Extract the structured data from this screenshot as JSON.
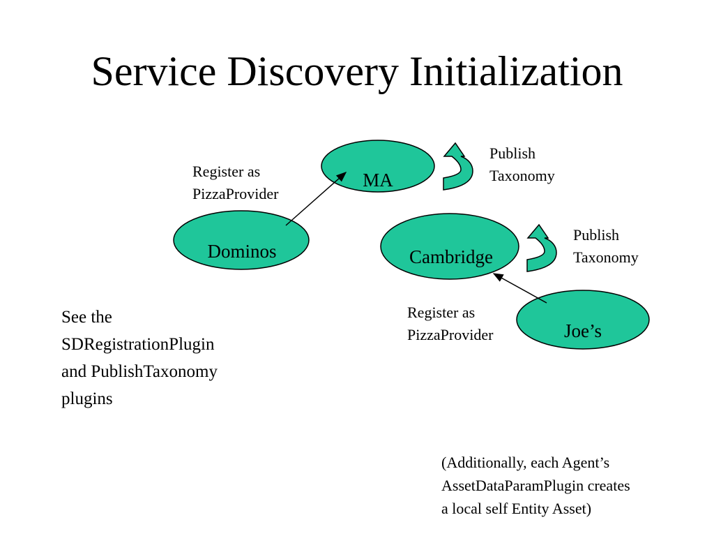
{
  "slide": {
    "title": "Service Discovery Initialization",
    "colors": {
      "node_fill": "#1fc69a",
      "arrow_fill": "#1fc69a",
      "stroke": "#000000"
    }
  },
  "nodes": {
    "ma": "MA",
    "dominos": "Dominos",
    "cambridge": "Cambridge",
    "joes": "Joe’s"
  },
  "labels": {
    "register_top": [
      "Register as",
      "PizzaProvider"
    ],
    "register_bottom": [
      "Register as",
      "PizzaProvider"
    ],
    "publish_top": [
      "Publish",
      "Taxonomy"
    ],
    "publish_bottom": [
      "Publish",
      "Taxonomy"
    ]
  },
  "note": {
    "lines": [
      "See the",
      "SDRegistrationPlugin",
      "and PublishTaxonomy",
      "plugins"
    ]
  },
  "aside": {
    "lines": [
      "(Additionally, each Agent’s",
      "AssetDataParamPlugin creates",
      "a local self Entity Asset)"
    ]
  }
}
